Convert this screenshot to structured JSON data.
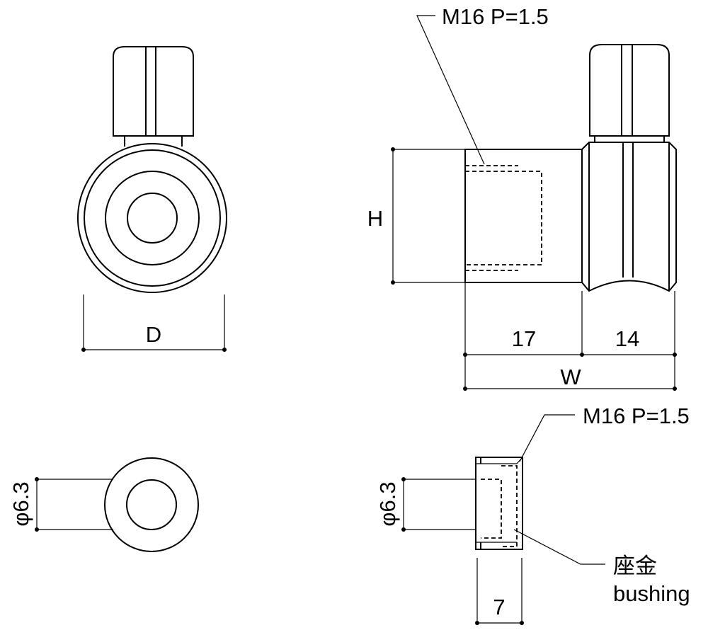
{
  "labels": {
    "thread_top": "M16 P=1.5",
    "thread_bottom": "M16 P=1.5",
    "dim_H": "H",
    "dim_D": "D",
    "dim_W": "W",
    "dim_17": "17",
    "dim_14": "14",
    "dim_phi_left": "φ6.3",
    "dim_phi_right": "φ6.3",
    "dim_7": "7",
    "bushing_jp": "座金",
    "bushing_en": "bushing"
  }
}
